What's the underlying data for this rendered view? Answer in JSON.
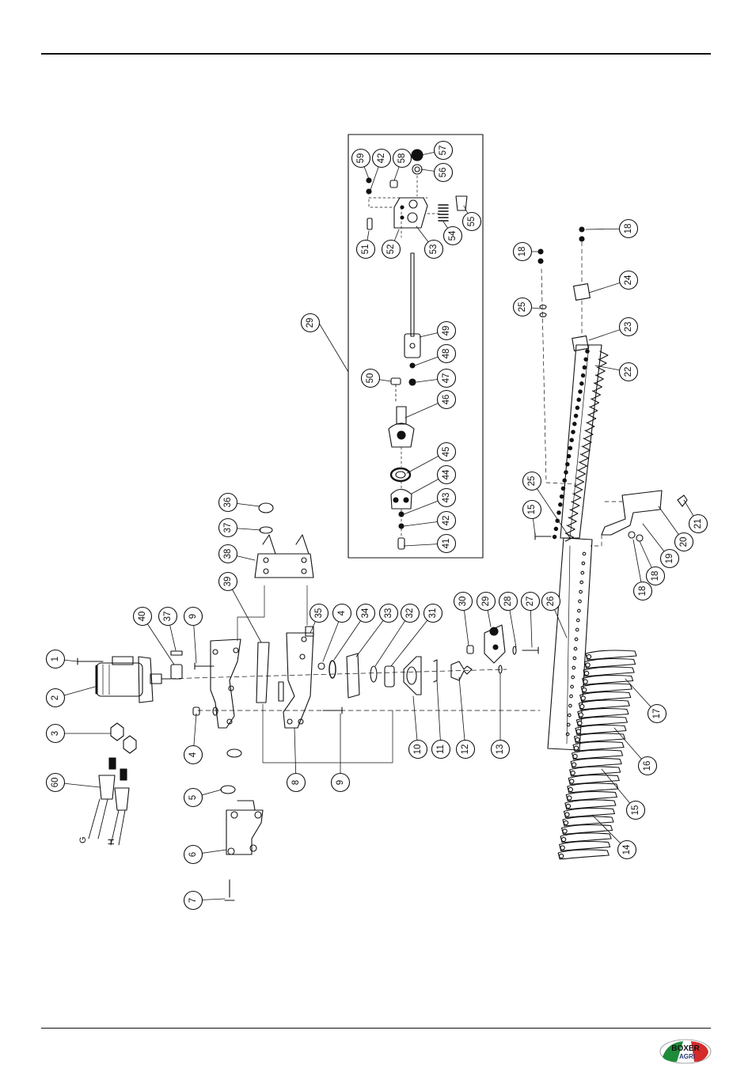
{
  "diagram": {
    "callouts": [
      {
        "id": "c-1",
        "label": "1"
      },
      {
        "id": "c-2",
        "label": "2"
      },
      {
        "id": "c-3",
        "label": "3"
      },
      {
        "id": "c-60",
        "label": "60"
      },
      {
        "id": "c-40",
        "label": "40"
      },
      {
        "id": "c-37a",
        "label": "37"
      },
      {
        "id": "c-9a",
        "label": "9"
      },
      {
        "id": "c-4a",
        "label": "4"
      },
      {
        "id": "c-5",
        "label": "5"
      },
      {
        "id": "c-6",
        "label": "6"
      },
      {
        "id": "c-7",
        "label": "7"
      },
      {
        "id": "c-8",
        "label": "8"
      },
      {
        "id": "c-9b",
        "label": "9"
      },
      {
        "id": "c-39",
        "label": "39"
      },
      {
        "id": "c-38",
        "label": "38"
      },
      {
        "id": "c-37b",
        "label": "37"
      },
      {
        "id": "c-36",
        "label": "36"
      },
      {
        "id": "c-35",
        "label": "35"
      },
      {
        "id": "c-4b",
        "label": "4"
      },
      {
        "id": "c-34",
        "label": "34"
      },
      {
        "id": "c-33",
        "label": "33"
      },
      {
        "id": "c-32",
        "label": "32"
      },
      {
        "id": "c-31",
        "label": "31"
      },
      {
        "id": "c-10",
        "label": "10"
      },
      {
        "id": "c-11",
        "label": "11"
      },
      {
        "id": "c-12",
        "label": "12"
      },
      {
        "id": "c-13",
        "label": "13"
      },
      {
        "id": "c-30",
        "label": "30"
      },
      {
        "id": "c-29b",
        "label": "29"
      },
      {
        "id": "c-28",
        "label": "28"
      },
      {
        "id": "c-27",
        "label": "27"
      },
      {
        "id": "c-26",
        "label": "26"
      },
      {
        "id": "c-25b",
        "label": "25"
      },
      {
        "id": "c-15a",
        "label": "15"
      },
      {
        "id": "c-17",
        "label": "17"
      },
      {
        "id": "c-16",
        "label": "16"
      },
      {
        "id": "c-15b",
        "label": "15"
      },
      {
        "id": "c-14",
        "label": "14"
      },
      {
        "id": "c-18a",
        "label": "18"
      },
      {
        "id": "c-18b",
        "label": "18"
      },
      {
        "id": "c-19",
        "label": "19"
      },
      {
        "id": "c-20",
        "label": "20"
      },
      {
        "id": "c-21",
        "label": "21"
      },
      {
        "id": "c-22",
        "label": "22"
      },
      {
        "id": "c-23",
        "label": "23"
      },
      {
        "id": "c-24",
        "label": "24"
      },
      {
        "id": "c-18c",
        "label": "18"
      },
      {
        "id": "c-18d",
        "label": "18"
      },
      {
        "id": "c-25a",
        "label": "25"
      },
      {
        "id": "c-29a",
        "label": "29"
      },
      {
        "id": "c-59",
        "label": "59"
      },
      {
        "id": "c-42a",
        "label": "42"
      },
      {
        "id": "c-58",
        "label": "58"
      },
      {
        "id": "c-57",
        "label": "57"
      },
      {
        "id": "c-56",
        "label": "56"
      },
      {
        "id": "c-55",
        "label": "55"
      },
      {
        "id": "c-54",
        "label": "54"
      },
      {
        "id": "c-53",
        "label": "53"
      },
      {
        "id": "c-52",
        "label": "52"
      },
      {
        "id": "c-51",
        "label": "51"
      },
      {
        "id": "c-49",
        "label": "49"
      },
      {
        "id": "c-48",
        "label": "48"
      },
      {
        "id": "c-47",
        "label": "47"
      },
      {
        "id": "c-50",
        "label": "50"
      },
      {
        "id": "c-46",
        "label": "46"
      },
      {
        "id": "c-45",
        "label": "45"
      },
      {
        "id": "c-44",
        "label": "44"
      },
      {
        "id": "c-43",
        "label": "43"
      },
      {
        "id": "c-42b",
        "label": "42"
      },
      {
        "id": "c-41",
        "label": "41"
      }
    ],
    "hose_labels": {
      "g": "G",
      "h": "H"
    }
  },
  "logo": {
    "text_line1": "BOXER",
    "text_line2": "AGRI",
    "colors": [
      "#1e8b3a",
      "#ffffff",
      "#d42a2a"
    ]
  },
  "colors": {
    "ink": "#111111",
    "background": "#ffffff"
  }
}
